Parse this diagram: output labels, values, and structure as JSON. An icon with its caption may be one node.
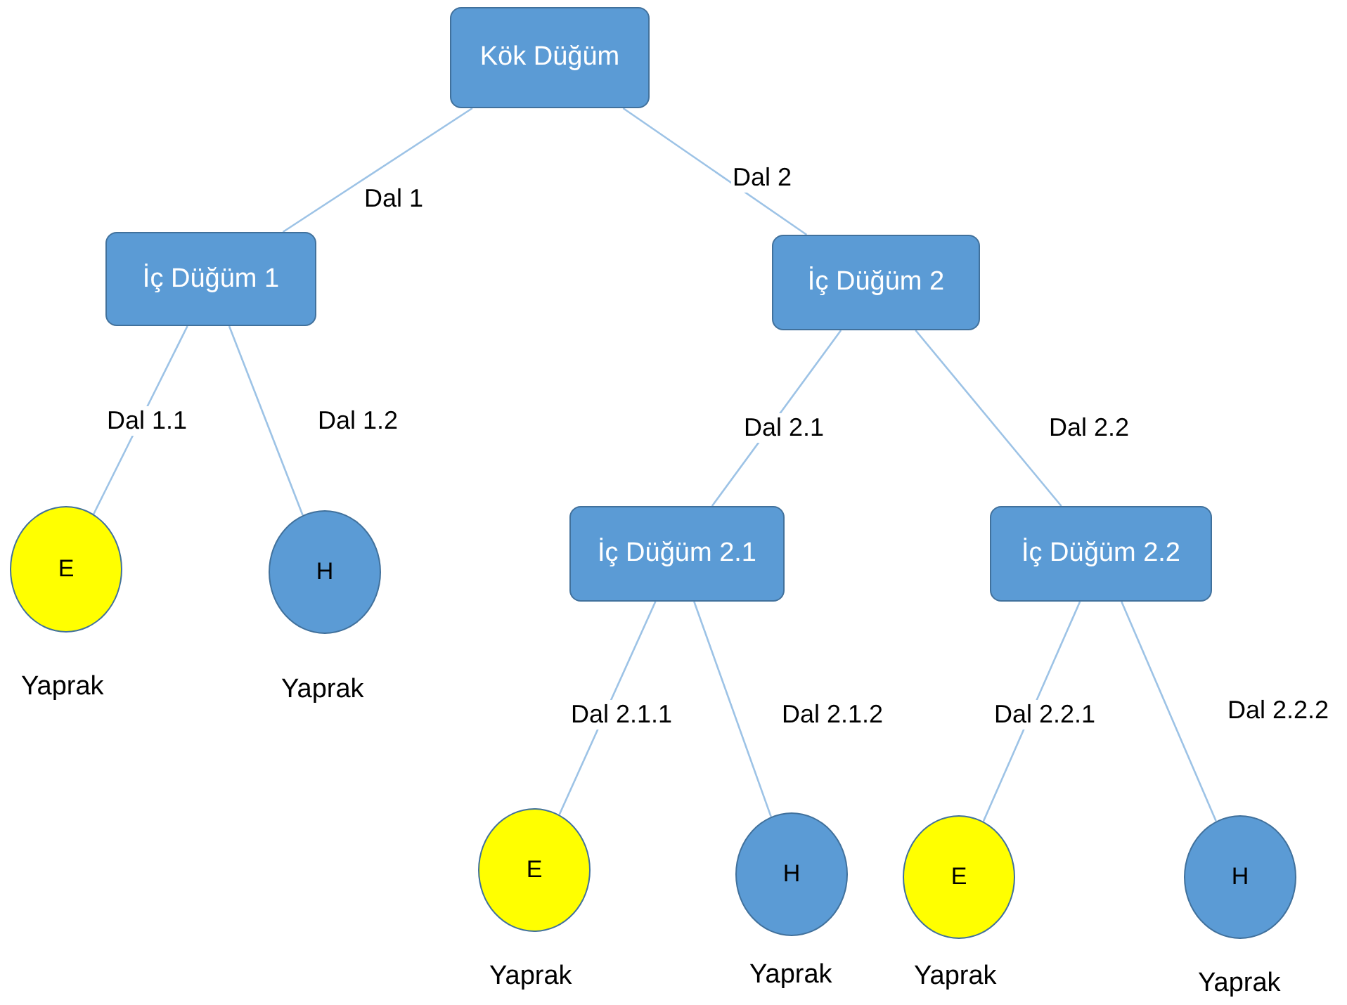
{
  "diagram": {
    "nodes": [
      {
        "text": [
          "Kök Düğüm"
        ]
      },
      {
        "text": [
          "İç Düğüm 1"
        ]
      },
      {
        "text": [
          "İç Düğüm 2"
        ]
      },
      {
        "text": [
          "E"
        ],
        "beside": [
          "Yaprak"
        ]
      },
      {
        "text": [
          "H"
        ],
        "beside": [
          "Yaprak"
        ]
      },
      {
        "text": [
          "İç Düğüm 2.1"
        ]
      },
      {
        "text": [
          "İç Düğüm 2.2"
        ]
      },
      {
        "text": [
          "E"
        ],
        "beside": [
          "Yaprak"
        ]
      },
      {
        "text": [
          "H"
        ],
        "beside": [
          "Yaprak"
        ]
      },
      {
        "text": [
          "E"
        ],
        "beside": [
          "Yaprak"
        ]
      },
      {
        "text": [
          "H"
        ],
        "beside": [
          "Yaprak"
        ]
      }
    ],
    "edges": [
      {
        "from": 0,
        "to": 1,
        "arrow": "none",
        "label": "Dal 1"
      },
      {
        "from": 0,
        "to": 2,
        "arrow": "none",
        "label": "Dal 2"
      },
      {
        "from": 1,
        "to": 3,
        "arrow": "none",
        "label": "Dal 1.1"
      },
      {
        "from": 1,
        "to": 4,
        "arrow": "none",
        "label": "Dal 1.2"
      },
      {
        "from": 2,
        "to": 5,
        "arrow": "none",
        "label": "Dal 2.1"
      },
      {
        "from": 2,
        "to": 6,
        "arrow": "none",
        "label": "Dal 2.2"
      },
      {
        "from": 5,
        "to": 7,
        "arrow": "none",
        "label": "Dal 2.1.1"
      },
      {
        "from": 5,
        "to": 8,
        "arrow": "none",
        "label": "Dal 2.1.2"
      },
      {
        "from": 6,
        "to": 9,
        "arrow": "none",
        "label": "Dal 2.2.1"
      },
      {
        "from": 6,
        "to": 10,
        "arrow": "none",
        "label": "Dal 2.2.2"
      }
    ]
  }
}
